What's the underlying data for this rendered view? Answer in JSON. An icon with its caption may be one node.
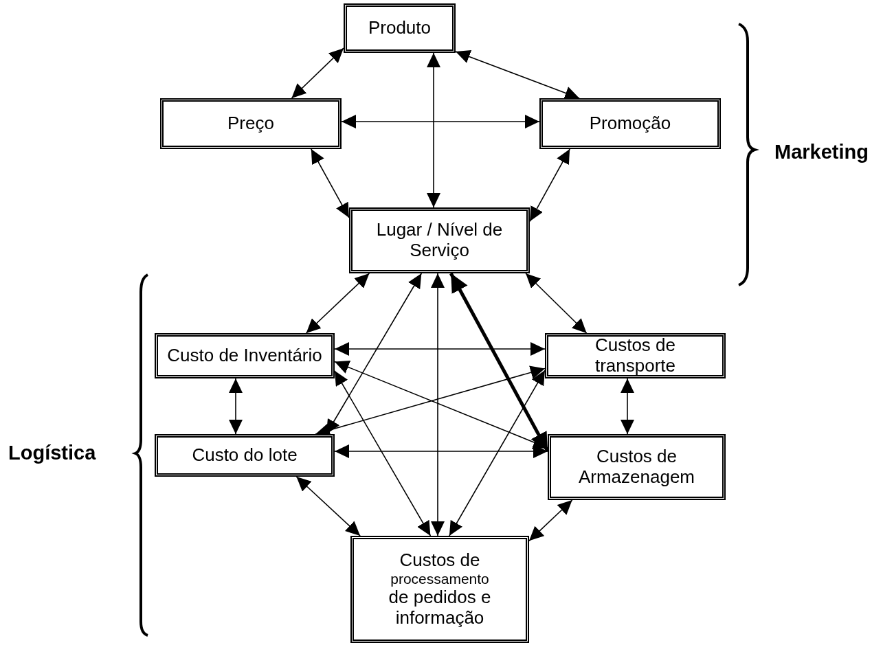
{
  "diagram": {
    "nodes": [
      {
        "text": [
          "Produto"
        ]
      },
      {
        "text": [
          "Preço"
        ]
      },
      {
        "text": [
          "Promoção"
        ]
      },
      {
        "text": [
          "Lugar / Nível de Serviço"
        ]
      },
      {
        "text": [
          "Custo de Inventário"
        ]
      },
      {
        "text": [
          "Custos de transporte"
        ]
      },
      {
        "text": [
          "Custo do lote"
        ]
      },
      {
        "text": [
          "Custos de Armazenagem"
        ]
      },
      {
        "text": [
          "Custos de",
          "processamento",
          "de pedidos e informação"
        ]
      }
    ],
    "edges": [
      {
        "from": 0,
        "to": 1,
        "arrow": "both"
      },
      {
        "from": 0,
        "to": 2,
        "arrow": "both"
      },
      {
        "from": 0,
        "to": 3,
        "arrow": "both"
      },
      {
        "from": 1,
        "to": 2,
        "arrow": "both"
      },
      {
        "from": 1,
        "to": 3,
        "arrow": "both"
      },
      {
        "from": 2,
        "to": 3,
        "arrow": "both"
      },
      {
        "from": 3,
        "to": 4,
        "arrow": "both"
      },
      {
        "from": 3,
        "to": 5,
        "arrow": "both"
      },
      {
        "from": 3,
        "to": 6,
        "arrow": "both"
      },
      {
        "from": 3,
        "to": 7,
        "arrow": "both",
        "style": "thick"
      },
      {
        "from": 3,
        "to": 8,
        "arrow": "both"
      },
      {
        "from": 4,
        "to": 5,
        "arrow": "both"
      },
      {
        "from": 4,
        "to": 7,
        "arrow": "both"
      },
      {
        "from": 4,
        "to": 8,
        "arrow": "both"
      },
      {
        "from": 6,
        "to": 5,
        "arrow": "both"
      },
      {
        "from": 6,
        "to": 7,
        "arrow": "both"
      },
      {
        "from": 5,
        "to": 8,
        "arrow": "both"
      },
      {
        "from": 4,
        "to": 6,
        "arrow": "both"
      },
      {
        "from": 5,
        "to": 7,
        "arrow": "both"
      },
      {
        "from": 6,
        "to": 8,
        "arrow": "both"
      },
      {
        "from": 7,
        "to": 8,
        "arrow": "both"
      }
    ],
    "labels": [
      "Marketing",
      "Logística"
    ]
  }
}
